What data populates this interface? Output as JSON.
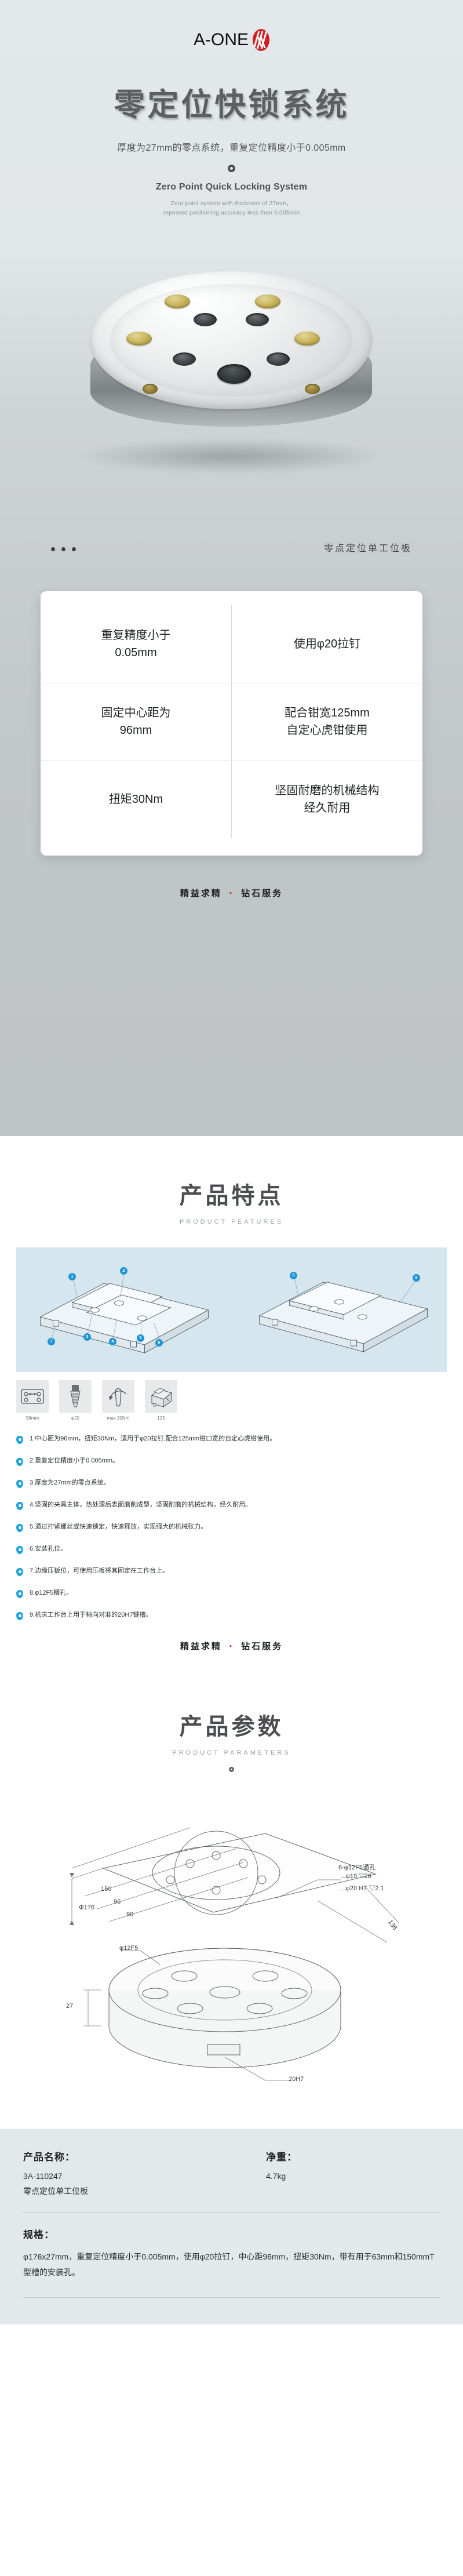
{
  "brand": {
    "name": "A-ONE",
    "logo_color": "#cf2026"
  },
  "hero": {
    "title": "零定位快锁系统",
    "subtitle_cn": "厚度为27mm的零点系统，重复定位精度小于0.005mm",
    "title_en": "Zero Point Quick Locking System",
    "subtitle_en_line1": "Zero point system with thickness of 27mm，",
    "subtitle_en_line2": "repeated positioning accuracy less than 0.005mm",
    "photo_caption": "零点定位单工位板"
  },
  "feature_table": [
    {
      "left": "重复精度小于\n0.05mm",
      "right": "使用φ20拉钉"
    },
    {
      "left": "固定中心距为\n96mm",
      "right": "配合钳宽125mm\n自定心虎钳使用"
    },
    {
      "left": "扭矩30Nm",
      "right": "坚固耐磨的机械结构\n经久耐用"
    }
  ],
  "slogan": {
    "left": "精益求精",
    "separator": "·",
    "right": "钻石服务",
    "accent_color": "#d0202a"
  },
  "features_section": {
    "title": "产品特点",
    "subtitle": "PRODUCT FEATURES",
    "panel_bg": "#d5e6ef",
    "callouts_left": [
      "1",
      "2",
      "3",
      "4",
      "5",
      "6",
      "7"
    ],
    "callouts_right": [
      "8",
      "9"
    ],
    "icons": [
      {
        "name": "center-distance-icon",
        "label": "96mm"
      },
      {
        "name": "pull-stud-icon",
        "label": "φ20"
      },
      {
        "name": "torque-icon",
        "label": "max.30Nm"
      },
      {
        "name": "vise-icon",
        "label": "125"
      }
    ],
    "bullets": [
      "1.中心距为96mm，扭矩30Nm，适用于φ20拉钉,配合125mm钳口宽的自定心虎钳使用。",
      "2.重复定位精度小于0.005mm。",
      "3.厚度为27mm的零点系统。",
      "4.坚固的夹具主体，热处理后表面磨削成型，坚固耐磨的机械结构，经久耐用。",
      "5.通过拧紧螺丝或快速锁定，快速释放，实现强大的机械张力。",
      "6.安装孔位。",
      "7.边缘压板位，可使用压板将其固定在工作台上。",
      "8.φ12F5精孔。",
      "9.机床工作台上用于轴向对准的20H7键槽。"
    ],
    "bullet_color": "#1fa3e0"
  },
  "params_section": {
    "title": "产品参数",
    "subtitle": "PRODUCT PARAMETERS",
    "drawing_dimensions": {
      "outer_diameter": "Φ176",
      "bolt_circle": "150",
      "center_distance": "96",
      "inner_ring": "90",
      "side_depth": "136",
      "precision_hole": "φ12F5",
      "thickness": "27",
      "keyway": "20H7",
      "hole_note_line1": "6-φ12F5通孔",
      "hole_note_line2": "⌴φ19 ▽20",
      "hole_note_line3": "⌴φ20 H7 ▽2.1"
    }
  },
  "spec_footer": {
    "product_name_label": "产品名称：",
    "product_model": "3A-110247",
    "product_name": "零点定位单工位板",
    "weight_label": "净重：",
    "weight_value": "4.7kg",
    "spec_label": "规格：",
    "spec_text": "φ176x27mm，重复定位精度小于0.005mm，使用φ20拉钉，中心距96mm，扭矩30Nm，带有用于63mm和150mmT型槽的安装孔。"
  }
}
